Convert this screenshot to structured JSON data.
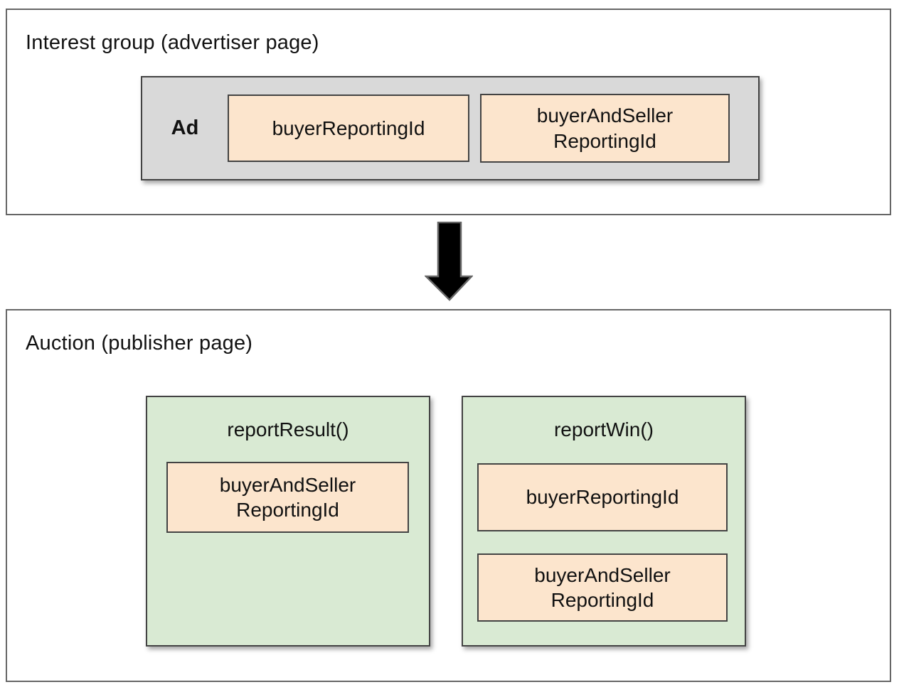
{
  "colors": {
    "tan_fill": "#fce5cd",
    "green_fill": "#d9ead3",
    "gray_fill": "#d9d9d9",
    "box_border": "#434343",
    "container_border": "#666666",
    "arrow_fill": "#000000",
    "arrow_outline": "#666666",
    "text_color": "#111111"
  },
  "interest_group": {
    "title": "Interest group (advertiser page)",
    "ad": {
      "label": "Ad",
      "items": [
        "buyerReportingId",
        "buyerAndSeller\nReportingId"
      ]
    }
  },
  "auction": {
    "title": "Auction (publisher page)",
    "report_result": {
      "title": "reportResult()",
      "items": [
        "buyerAndSeller\nReportingId"
      ]
    },
    "report_win": {
      "title": "reportWin()",
      "items": [
        "buyerReportingId",
        "buyerAndSeller\nReportingId"
      ]
    }
  }
}
